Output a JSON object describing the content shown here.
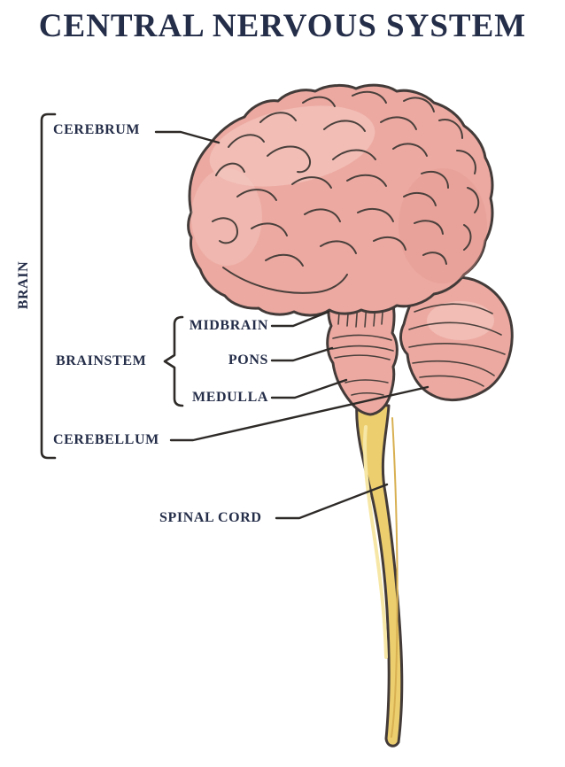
{
  "title": "CENTRAL NERVOUS SYSTEM",
  "labels": {
    "brain": "BRAIN",
    "cerebrum": "CEREBRUM",
    "brainstem": "BRAINSTEM",
    "midbrain": "MIDBRAIN",
    "pons": "PONS",
    "medulla": "MEDULLA",
    "cerebellum": "CEREBELLUM",
    "spinal_cord": "SPINAL CORD"
  },
  "colors": {
    "background": "#ffffff",
    "text": "#252e49",
    "line": "#2d2a28",
    "outline": "#433b39",
    "detail": "#4a403c",
    "brain_fill": "#eca9a1",
    "brain_highlight": "#f6cdc6",
    "brain_shade": "#e2948b",
    "cord_fill": "#ecce6f",
    "cord_highlight": "#f7e7a6",
    "cord_shade": "#d8b052"
  }
}
